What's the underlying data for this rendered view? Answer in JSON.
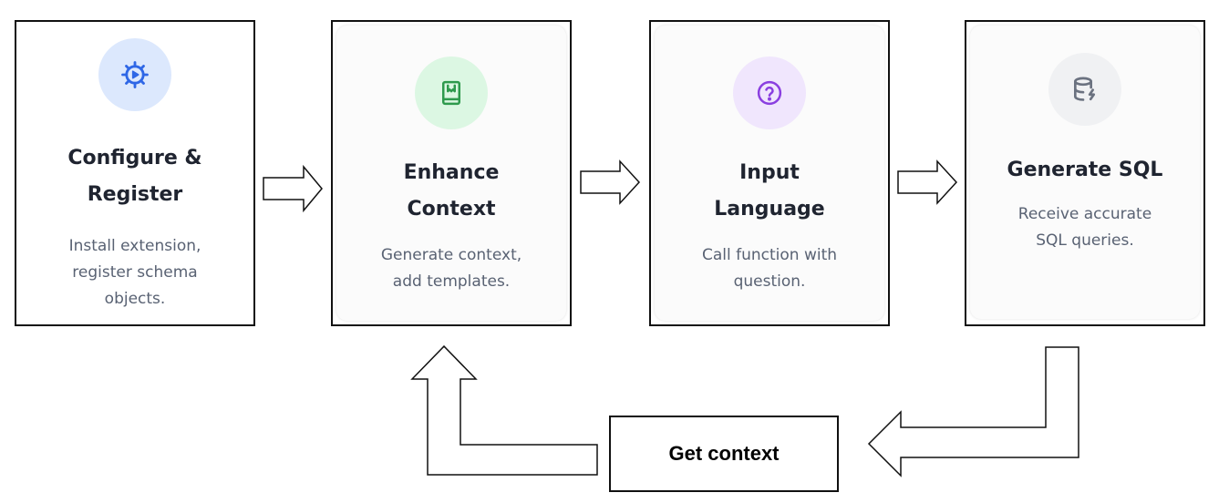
{
  "steps": [
    {
      "title": "Configure &\nRegister",
      "description": "Install extension,\nregister schema\nobjects.",
      "icon": "gear-play-icon",
      "icon_bg": "#dce8fd",
      "icon_color": "#2f67e6"
    },
    {
      "title": "Enhance\nContext",
      "description": "Generate context,\nadd templates.",
      "icon": "book-icon",
      "icon_bg": "#dcf7e3",
      "icon_color": "#2e9a4d"
    },
    {
      "title": "Input\nLanguage",
      "description": "Call function with\nquestion.",
      "icon": "question-circle-icon",
      "icon_bg": "#f0e6fd",
      "icon_color": "#8a3fe0"
    },
    {
      "title": "Generate SQL",
      "description": "Receive accurate\nSQL queries.",
      "icon": "database-bolt-icon",
      "icon_bg": "#f0f1f3",
      "icon_color": "#6b7280"
    }
  ],
  "loop_box": {
    "label": "Get context"
  },
  "colors": {
    "border": "#111111",
    "title_text": "#1f2430",
    "description_text": "#596273"
  }
}
